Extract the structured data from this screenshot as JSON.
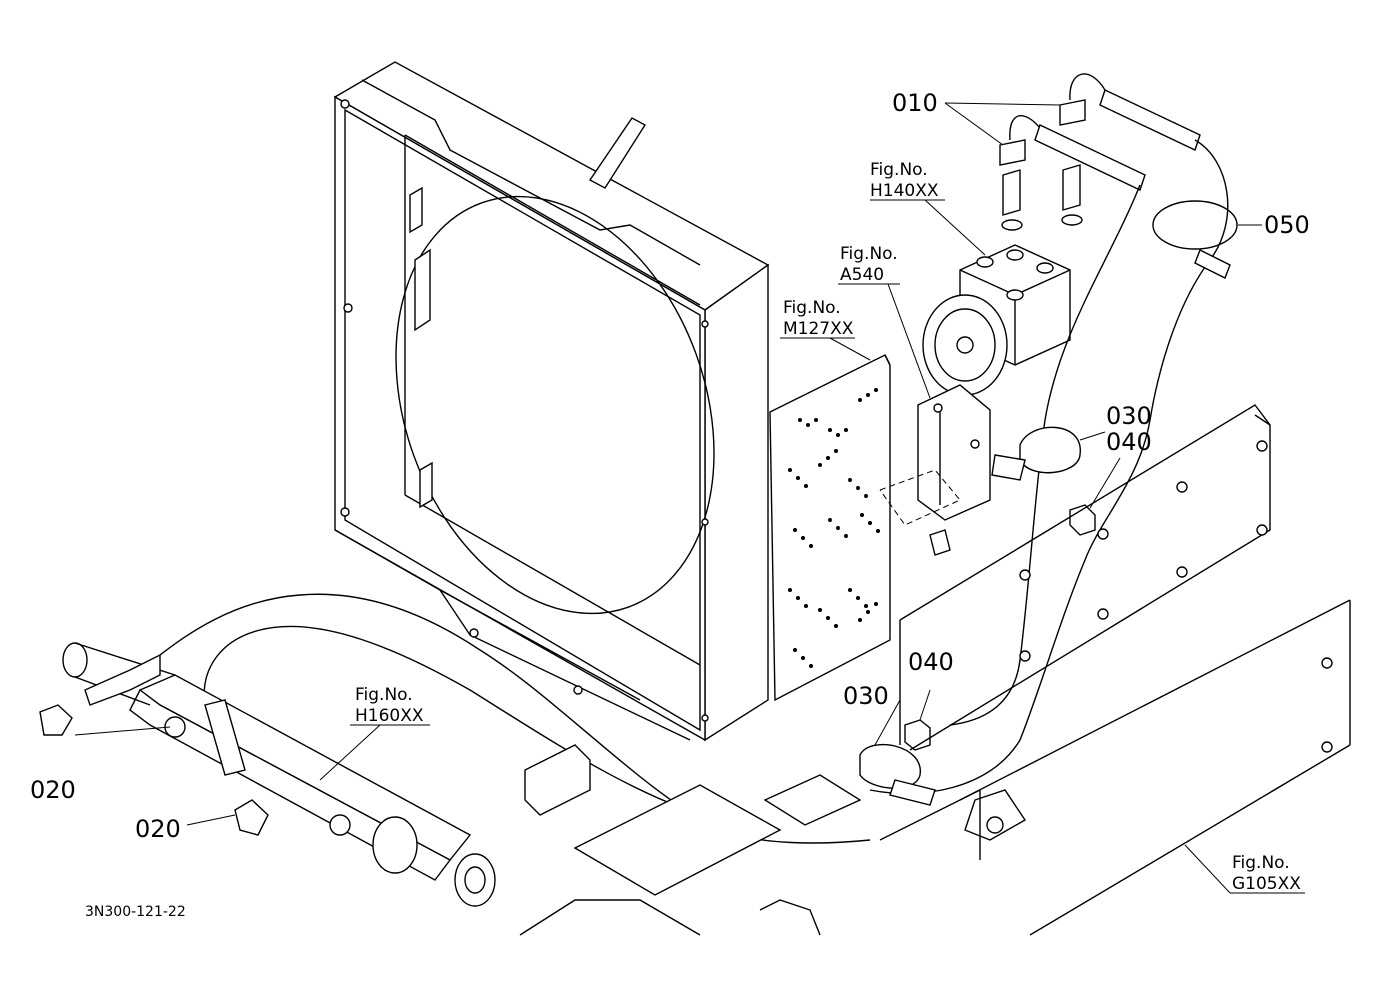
{
  "callouts": {
    "c010": "010",
    "c050": "050",
    "c030a": "030",
    "c040a": "040",
    "c040b": "040",
    "c030b": "030",
    "c020a": "020",
    "c020b": "020"
  },
  "figure_refs": {
    "h140": {
      "label": "Fig.No.",
      "number": "H140XX"
    },
    "a540": {
      "label": "Fig.No.",
      "number": "A540"
    },
    "m127": {
      "label": "Fig.No.",
      "number": "M127XX"
    },
    "h160": {
      "label": "Fig.No.",
      "number": "H160XX"
    },
    "g105": {
      "label": "Fig.No.",
      "number": "G105XX"
    }
  },
  "drawing_code": "3N300-121-22"
}
